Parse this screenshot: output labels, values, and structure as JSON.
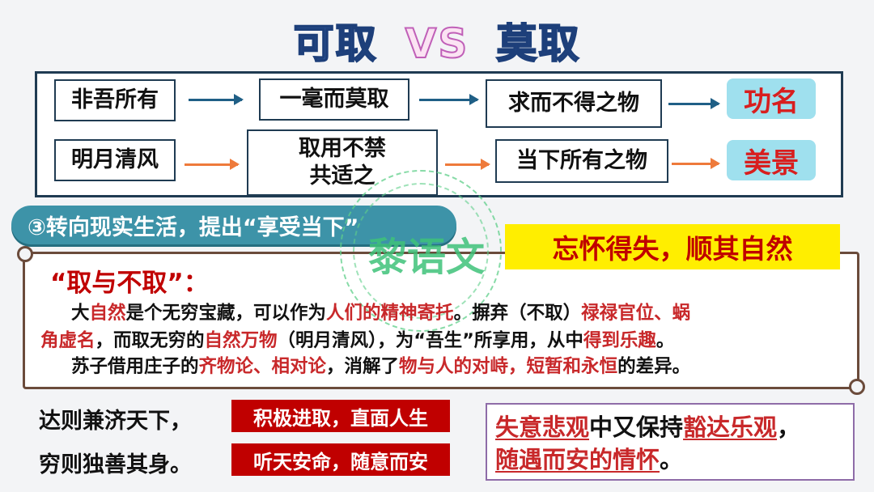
{
  "title": {
    "part1": "可取",
    "vs": "VS",
    "part2": "莫取"
  },
  "flow": {
    "row1": {
      "a": "非吾所有",
      "b": "一毫而莫取",
      "c": "求而不得之物",
      "result": "功名"
    },
    "row2": {
      "a": "明月清风",
      "b_line1": "取用不禁",
      "b_line2": "共适之",
      "c": "当下所有之物",
      "result": "美景"
    }
  },
  "section_tab": "③转向现实生活，提出“享受当下”",
  "highlight": "忘怀得失，顺其自然",
  "watermark": "黎语文",
  "quote_title": "“取与不取”：",
  "paragraph": {
    "l1": [
      "大",
      "自然",
      "是个无穷宝藏，可以作为",
      "人们的精神寄托",
      "。摒弃（不取）",
      "禄禄官位、蜗"
    ],
    "l2": [
      "角虚名",
      "，而取无穷的",
      "自然万物",
      "（明月清风），为“吾生”所享用，从中",
      "得到乐趣",
      "。"
    ],
    "l3": [
      "苏子借用庄子的",
      "齐物论、相对论",
      "，消解了",
      "物与人的对峙，短暂和永恒",
      "的差异。"
    ]
  },
  "bottom": {
    "line1": "达则兼济天下，",
    "tag1": "积极进取，直面人生",
    "line2": "穷则独善其身。",
    "tag2": "听天安命，随意而安"
  },
  "conclusion": {
    "p1": "失意悲观",
    "p2": "中又保持",
    "p3": "豁达乐观",
    "p4": "，",
    "p5": "随遇而安的情怀",
    "p6": "。"
  },
  "colors": {
    "accent_red": "#c00000",
    "tab": "#3d93a8",
    "highlight_bg": "#ffee00",
    "result_bg": "#9fe0ee"
  }
}
